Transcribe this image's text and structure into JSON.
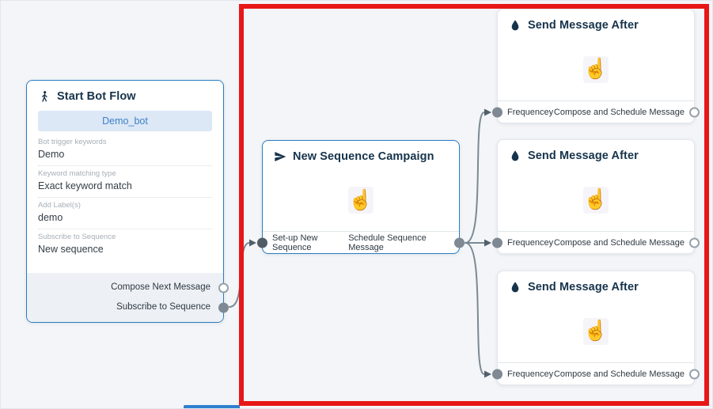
{
  "colors": {
    "accent_blue": "#2b7cc2",
    "highlight_red": "#e81717",
    "line_gray": "#7a8a94",
    "bot_field_bg": "#dce8f6",
    "footer_bg": "#edf0f4"
  },
  "start_node": {
    "title": "Start Bot Flow",
    "icon": "walking-person-icon",
    "bot_name": "Demo_bot",
    "fields": [
      {
        "label": "Bot trigger keywords",
        "value": "Demo"
      },
      {
        "label": "Keyword matching type",
        "value": "Exact keyword match"
      },
      {
        "label": "Add Label(s)",
        "value": "demo"
      },
      {
        "label": "Subscribe to Sequence",
        "value": "New sequence"
      }
    ],
    "outputs": [
      {
        "label": "Compose Next Message"
      },
      {
        "label": "Subscribe to Sequence"
      }
    ]
  },
  "sequence_node": {
    "title": "New Sequence Campaign",
    "icon": "send-icon",
    "input_label": "Set-up New Sequence",
    "output_label": "Schedule Sequence Message",
    "hand_icon": "hand-cursor-icon"
  },
  "message_nodes": [
    {
      "title": "Send Message After",
      "icon": "droplet-icon",
      "input_label": "Frequencey",
      "output_label": "Compose and Schedule Message"
    },
    {
      "title": "Send Message After",
      "icon": "droplet-icon",
      "input_label": "Frequencey",
      "output_label": "Compose and Schedule Message"
    },
    {
      "title": "Send Message After",
      "icon": "droplet-icon",
      "input_label": "Frequencey",
      "output_label": "Compose and Schedule Message"
    }
  ],
  "hand_glyph": "☝"
}
